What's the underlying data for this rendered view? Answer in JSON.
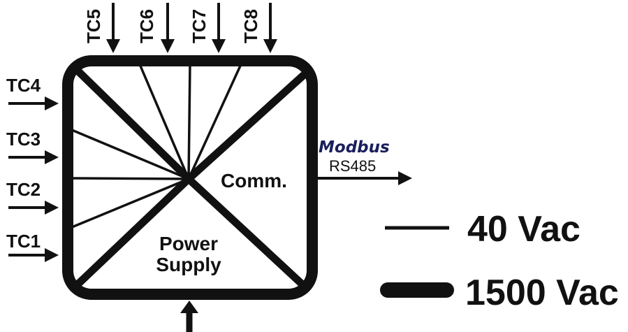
{
  "inputs": {
    "top": [
      "TC5",
      "TC6",
      "TC7",
      "TC8"
    ],
    "left": [
      "TC4",
      "TC3",
      "TC2",
      "TC1"
    ]
  },
  "box": {
    "comm_label": "Comm.",
    "power_label_line1": "Power",
    "power_label_line2": "Supply"
  },
  "output": {
    "protocol": "Modbus",
    "interface": "RS485"
  },
  "legend": {
    "thin": "40 Vac",
    "thick": "1500 Vac"
  },
  "colors": {
    "ink": "#111111",
    "modbus": "#1a1f5c"
  }
}
